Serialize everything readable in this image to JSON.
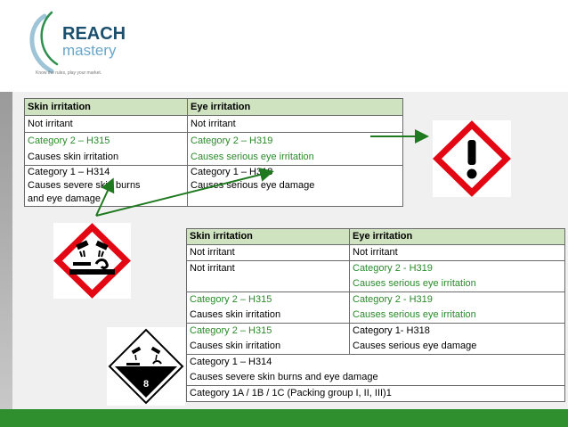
{
  "brand": {
    "name_top": "REACH",
    "name_bottom": "mastery",
    "tagline": "Know the rules, play your market."
  },
  "table1": {
    "headers": [
      "Skin irritation",
      "Eye irritation"
    ],
    "rows": [
      [
        [
          "Not irritant"
        ],
        [
          "Not irritant"
        ]
      ],
      [
        [
          "Category 2 – H315",
          "Causes skin irritation"
        ],
        [
          "Category 2 – H319",
          "Causes serious eye irritation"
        ]
      ],
      [
        [
          "Category 1 – H314",
          "Causes severe skin burns",
          "and eye damage"
        ],
        [
          "Category 1 – H318",
          "Causes serious eye damage"
        ]
      ]
    ]
  },
  "table2": {
    "headers": [
      "Skin irritation",
      "Eye irritation"
    ],
    "rows": [
      [
        [
          "Not irritant"
        ],
        [
          "Not irritant"
        ]
      ],
      [
        [
          "Not irritant"
        ],
        [
          "Category 2 - H319",
          "Causes serious eye irritation"
        ]
      ],
      [
        [
          "Category 2 – H315",
          "Causes skin irritation"
        ],
        [
          "Category 2 - H319",
          "Causes serious eye irritation"
        ]
      ],
      [
        [
          "Category 2 – H315",
          "Causes skin irritation"
        ],
        [
          "Category 1- H318",
          "Causes serious eye damage"
        ]
      ],
      [
        [
          "Category 1 – H314",
          "Causes severe skin burns and eye damage"
        ]
      ],
      [
        [
          "Category 1A / 1B / 1C (Packing group I, II, III)1"
        ]
      ]
    ]
  },
  "pictograms": {
    "exclamation": {
      "icon": "exclamation-mark-icon",
      "color": "#e30613"
    },
    "corrosion": {
      "icon": "corrosion-icon",
      "color": "#e30613"
    },
    "transport": {
      "icon": "class-8-corrosive-icon",
      "label": "8"
    }
  },
  "colors": {
    "accent_green": "#2a8a2a",
    "header_fill": "#cfe3c0",
    "bottom_bar": "#2f8f2f"
  }
}
